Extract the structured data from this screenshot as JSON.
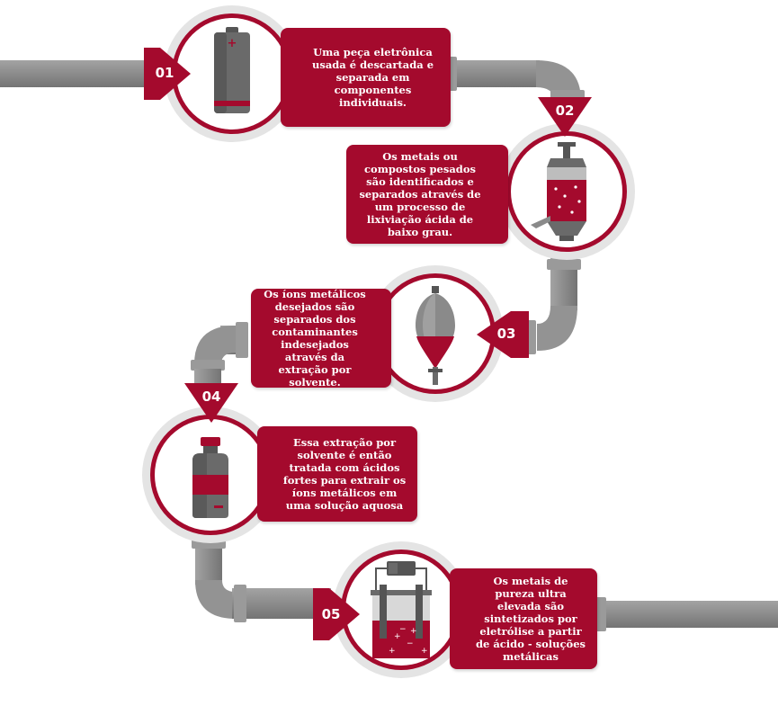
{
  "colors": {
    "brand": "#a40a2d",
    "brand_dark": "#7d0722",
    "pipe": "#8c8c8c",
    "pipe_light": "#a9a9a9",
    "pipe_dark": "#6e6e6e",
    "ring": "#e2e2e2"
  },
  "steps": [
    {
      "number": "01",
      "icon": "battery-icon",
      "text": "Uma peça eletrônica usada é descartada e separada em componentes individuais."
    },
    {
      "number": "02",
      "icon": "reactor-vessel-icon",
      "text": "Os metais ou compostos pesados são identificados e separados através de um processo de lixiviação ácida de baixo grau."
    },
    {
      "number": "03",
      "icon": "separatory-funnel-icon",
      "text": "Os íons metálicos desejados são separados dos contaminantes indesejados através da extração por solvente."
    },
    {
      "number": "04",
      "icon": "chemical-bottle-icon",
      "text": "Essa extração por solvente é então tratada com ácidos fortes para extrair os íons metálicos em uma solução aquosa"
    },
    {
      "number": "05",
      "icon": "electrolysis-cell-icon",
      "text": "Os metais de pureza ultra elevada são sintetizados por eletrólise a partir de ácido - soluções metálicas"
    }
  ]
}
